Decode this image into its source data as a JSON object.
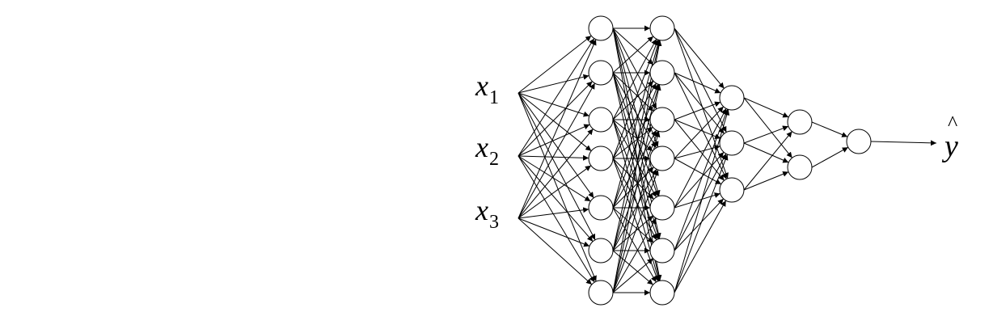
{
  "diagram": {
    "layers": [
      {
        "type": "input",
        "labels": [
          "x1",
          "x2",
          "x3"
        ]
      },
      {
        "type": "hidden",
        "neurons": 7
      },
      {
        "type": "hidden",
        "neurons": 7
      },
      {
        "type": "hidden",
        "neurons": 3
      },
      {
        "type": "hidden",
        "neurons": 2
      },
      {
        "type": "output",
        "neurons": 1
      }
    ],
    "inputs": [
      {
        "var": "x",
        "sub": "1"
      },
      {
        "var": "x",
        "sub": "2"
      },
      {
        "var": "x",
        "sub": "3"
      }
    ],
    "output": {
      "var": "y",
      "accent": "^"
    },
    "colors": {
      "line": "#000000",
      "node_fill": "#ffffff",
      "background": "#ffffff"
    }
  }
}
